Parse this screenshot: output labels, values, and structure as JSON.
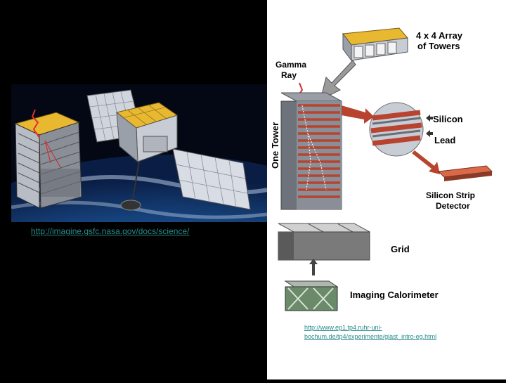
{
  "links": {
    "nasa": "http://imagine.gsfc.nasa.gov/docs/science/",
    "bochum_line1": "http://www.ep1.tp4.ruhr-uni-",
    "bochum_line2": "bochum.de/tp4/experimente/glast_intro-eg.html"
  },
  "diagram": {
    "array_label_1": "4 x 4 Array",
    "array_label_2": "of Towers",
    "gamma_label_1": "Gamma",
    "gamma_label_2": "Ray",
    "tower_label": "One Tower",
    "silicon_label": "Silicon",
    "lead_label": "Lead",
    "strip_label_1": "Silicon Strip",
    "strip_label_2": "Detector",
    "grid_label": "Grid",
    "calorimeter_label": "Imaging Calorimeter"
  },
  "colors": {
    "background": "#000000",
    "link": "#2a8a8a",
    "tower_red": "#b8432e",
    "gold": "#e8b830"
  }
}
